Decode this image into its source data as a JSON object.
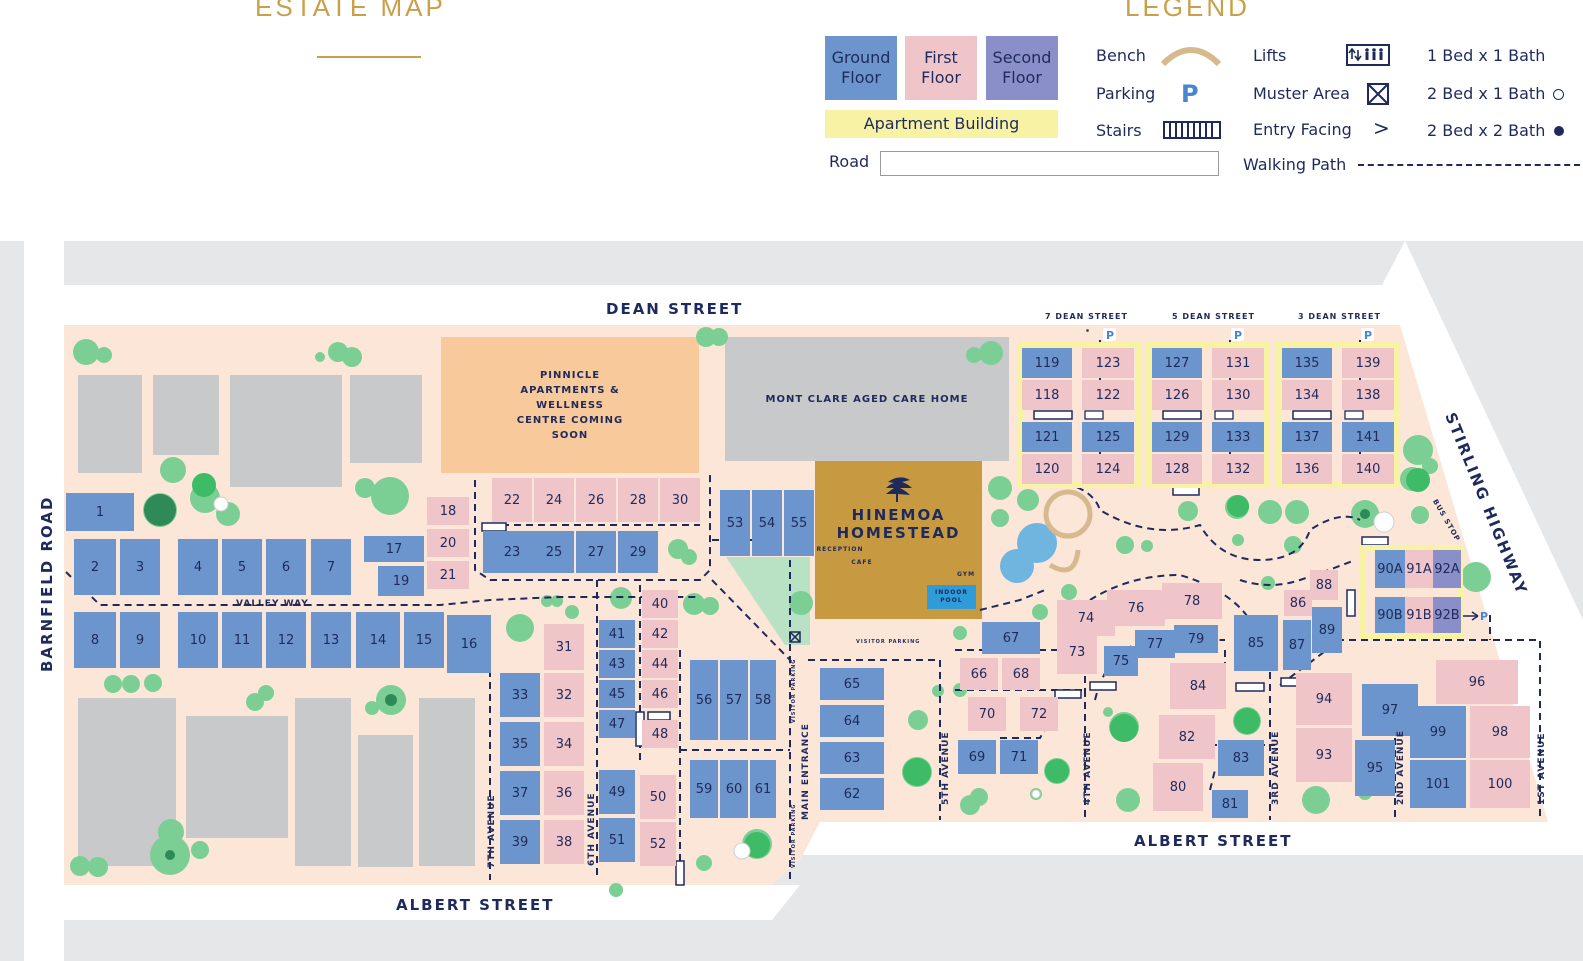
{
  "page": {
    "title": "ESTATE MAP",
    "legend_title": "LEGEND"
  },
  "colors": {
    "ground_floor": "#6b95cc",
    "first_floor": "#f0c5c9",
    "second_floor": "#8b8fc9",
    "apartment_building": "#f8f2a4",
    "estate_ground": "#fbe6d8",
    "neighbour_building": "#c8c9cb",
    "tree": "#7ccf94",
    "heading_gold": "#c9a04a",
    "navy": "#1f2a5c"
  },
  "legend": {
    "floors": {
      "ground": "Ground Floor",
      "first": "First Floor",
      "second": "Second Floor"
    },
    "apartment_building": "Apartment Building",
    "road": "Road",
    "bench": "Bench",
    "parking": "Parking",
    "parking_symbol": "P",
    "stairs": "Stairs",
    "lifts": "Lifts",
    "muster_area": "Muster Area",
    "entry_facing": "Entry Facing",
    "entry_facing_symbol": ">",
    "walking_path": "Walking Path",
    "bed_1x1": "1 Bed x 1 Bath",
    "bed_2x1": "2 Bed x 1 Bath",
    "bed_2x2": "2 Bed x 2 Bath"
  },
  "streets": {
    "dean": "DEAN STREET",
    "albert_west": "ALBERT STREET",
    "albert_east": "ALBERT STREET",
    "barnfield": "BARNFIELD ROAD",
    "stirling": "STIRLING HIGHWAY",
    "valley_way": "VALLEY WAY",
    "seventh_ave": "7TH AVENUE",
    "sixth_ave": "6TH AVENUE",
    "fifth_ave": "5TH AVENUE",
    "fourth_ave": "4TH AVENUE",
    "third_ave": "3RD AVENUE",
    "second_ave": "2ND AVENUE",
    "first_ave": "1ST AVENUE",
    "main_entrance": "MAIN ENTRANCE",
    "dean_7": "7 DEAN STREET",
    "dean_5": "5 DEAN STREET",
    "dean_3": "3 DEAN STREET",
    "bus_stop": "BUS STOP",
    "visitor_parking": "VISITOR PARKING"
  },
  "landmarks": {
    "pinnicle": "PINNICLE APARTMENTS & WELLNESS CENTRE COMING SOON",
    "mont_clare": "MONT CLARE AGED CARE HOME",
    "hinemoa_line1": "HINEMOA",
    "hinemoa_line2": "HOMESTEAD",
    "reception": "RECEPTION",
    "cafe": "CAFE",
    "gym": "GYM",
    "indoor_pool": "INDOOR POOL"
  },
  "units": [
    {
      "label": "1",
      "floor": "ground"
    },
    {
      "label": "2",
      "floor": "ground"
    },
    {
      "label": "3",
      "floor": "ground"
    },
    {
      "label": "4",
      "floor": "ground"
    },
    {
      "label": "5",
      "floor": "ground"
    },
    {
      "label": "6",
      "floor": "ground"
    },
    {
      "label": "7",
      "floor": "ground"
    },
    {
      "label": "8",
      "floor": "ground"
    },
    {
      "label": "9",
      "floor": "ground"
    },
    {
      "label": "10",
      "floor": "ground"
    },
    {
      "label": "11",
      "floor": "ground"
    },
    {
      "label": "12",
      "floor": "ground"
    },
    {
      "label": "13",
      "floor": "ground"
    },
    {
      "label": "14",
      "floor": "ground"
    },
    {
      "label": "15",
      "floor": "ground"
    },
    {
      "label": "16",
      "floor": "ground"
    },
    {
      "label": "17",
      "floor": "ground"
    },
    {
      "label": "18",
      "floor": "first"
    },
    {
      "label": "19",
      "floor": "ground"
    },
    {
      "label": "20",
      "floor": "first"
    },
    {
      "label": "21",
      "floor": "first"
    },
    {
      "label": "22",
      "floor": "first"
    },
    {
      "label": "23",
      "floor": "ground"
    },
    {
      "label": "24",
      "floor": "first"
    },
    {
      "label": "25",
      "floor": "ground"
    },
    {
      "label": "26",
      "floor": "first"
    },
    {
      "label": "27",
      "floor": "ground"
    },
    {
      "label": "28",
      "floor": "first"
    },
    {
      "label": "29",
      "floor": "ground"
    },
    {
      "label": "30",
      "floor": "first"
    },
    {
      "label": "31",
      "floor": "first"
    },
    {
      "label": "32",
      "floor": "first"
    },
    {
      "label": "33",
      "floor": "ground"
    },
    {
      "label": "34",
      "floor": "first"
    },
    {
      "label": "35",
      "floor": "ground"
    },
    {
      "label": "36",
      "floor": "first"
    },
    {
      "label": "37",
      "floor": "ground"
    },
    {
      "label": "38",
      "floor": "first"
    },
    {
      "label": "39",
      "floor": "ground"
    },
    {
      "label": "40",
      "floor": "first"
    },
    {
      "label": "41",
      "floor": "ground"
    },
    {
      "label": "42",
      "floor": "first"
    },
    {
      "label": "43",
      "floor": "ground"
    },
    {
      "label": "44",
      "floor": "first"
    },
    {
      "label": "45",
      "floor": "ground"
    },
    {
      "label": "46",
      "floor": "first"
    },
    {
      "label": "47",
      "floor": "ground"
    },
    {
      "label": "48",
      "floor": "first"
    },
    {
      "label": "49",
      "floor": "ground"
    },
    {
      "label": "50",
      "floor": "first"
    },
    {
      "label": "51",
      "floor": "ground"
    },
    {
      "label": "52",
      "floor": "first"
    },
    {
      "label": "53",
      "floor": "ground"
    },
    {
      "label": "54",
      "floor": "ground"
    },
    {
      "label": "55",
      "floor": "ground"
    },
    {
      "label": "56",
      "floor": "ground"
    },
    {
      "label": "57",
      "floor": "ground"
    },
    {
      "label": "58",
      "floor": "ground"
    },
    {
      "label": "59",
      "floor": "ground"
    },
    {
      "label": "60",
      "floor": "ground"
    },
    {
      "label": "61",
      "floor": "ground"
    },
    {
      "label": "62",
      "floor": "ground"
    },
    {
      "label": "63",
      "floor": "ground"
    },
    {
      "label": "64",
      "floor": "ground"
    },
    {
      "label": "65",
      "floor": "ground"
    },
    {
      "label": "66",
      "floor": "first"
    },
    {
      "label": "67",
      "floor": "ground"
    },
    {
      "label": "68",
      "floor": "first"
    },
    {
      "label": "69",
      "floor": "ground"
    },
    {
      "label": "70",
      "floor": "first"
    },
    {
      "label": "71",
      "floor": "ground"
    },
    {
      "label": "72",
      "floor": "first"
    },
    {
      "label": "73",
      "floor": "first"
    },
    {
      "label": "74",
      "floor": "first"
    },
    {
      "label": "75",
      "floor": "ground"
    },
    {
      "label": "76",
      "floor": "first"
    },
    {
      "label": "77",
      "floor": "ground"
    },
    {
      "label": "78",
      "floor": "first"
    },
    {
      "label": "79",
      "floor": "ground"
    },
    {
      "label": "80",
      "floor": "first"
    },
    {
      "label": "81",
      "floor": "ground"
    },
    {
      "label": "82",
      "floor": "first"
    },
    {
      "label": "83",
      "floor": "ground"
    },
    {
      "label": "84",
      "floor": "first"
    },
    {
      "label": "85",
      "floor": "ground"
    },
    {
      "label": "86",
      "floor": "first"
    },
    {
      "label": "87",
      "floor": "ground"
    },
    {
      "label": "88",
      "floor": "first"
    },
    {
      "label": "89",
      "floor": "ground"
    },
    {
      "label": "90A",
      "floor": "ground"
    },
    {
      "label": "91A",
      "floor": "first"
    },
    {
      "label": "92A",
      "floor": "second"
    },
    {
      "label": "90B",
      "floor": "ground"
    },
    {
      "label": "91B",
      "floor": "first"
    },
    {
      "label": "92B",
      "floor": "second"
    },
    {
      "label": "93",
      "floor": "first"
    },
    {
      "label": "94",
      "floor": "first"
    },
    {
      "label": "95",
      "floor": "ground"
    },
    {
      "label": "96",
      "floor": "first"
    },
    {
      "label": "97",
      "floor": "ground"
    },
    {
      "label": "98",
      "floor": "first"
    },
    {
      "label": "99",
      "floor": "ground"
    },
    {
      "label": "100",
      "floor": "first"
    },
    {
      "label": "101",
      "floor": "ground"
    },
    {
      "label": "119",
      "floor": "ground"
    },
    {
      "label": "123",
      "floor": "first"
    },
    {
      "label": "118",
      "floor": "first"
    },
    {
      "label": "122",
      "floor": "first"
    },
    {
      "label": "121",
      "floor": "ground"
    },
    {
      "label": "125",
      "floor": "ground"
    },
    {
      "label": "120",
      "floor": "first"
    },
    {
      "label": "124",
      "floor": "first"
    },
    {
      "label": "127",
      "floor": "ground"
    },
    {
      "label": "131",
      "floor": "first"
    },
    {
      "label": "126",
      "floor": "first"
    },
    {
      "label": "130",
      "floor": "first"
    },
    {
      "label": "129",
      "floor": "ground"
    },
    {
      "label": "133",
      "floor": "ground"
    },
    {
      "label": "128",
      "floor": "first"
    },
    {
      "label": "132",
      "floor": "first"
    },
    {
      "label": "135",
      "floor": "ground"
    },
    {
      "label": "139",
      "floor": "first"
    },
    {
      "label": "134",
      "floor": "first"
    },
    {
      "label": "138",
      "floor": "first"
    },
    {
      "label": "137",
      "floor": "ground"
    },
    {
      "label": "141",
      "floor": "ground"
    },
    {
      "label": "136",
      "floor": "first"
    },
    {
      "label": "140",
      "floor": "first"
    }
  ]
}
